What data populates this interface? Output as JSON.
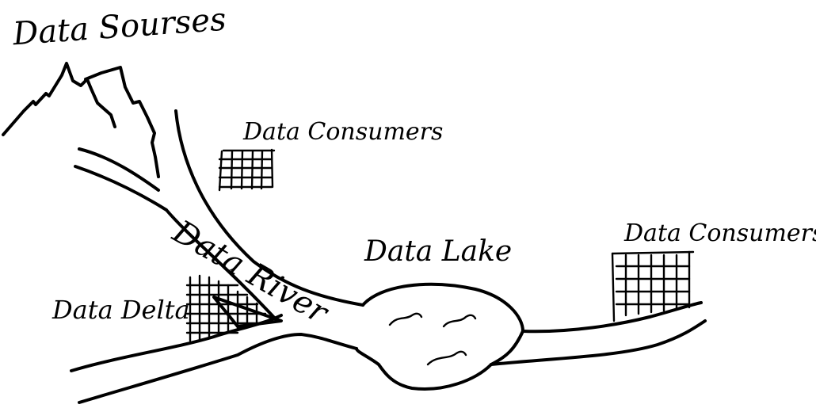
{
  "labels": {
    "sources": "Data Sourses",
    "consumers_top": "Data Consumers",
    "consumers_right": "Data Consumers",
    "lake": "Data Lake",
    "river": "Data River",
    "delta": "Data Delta"
  }
}
